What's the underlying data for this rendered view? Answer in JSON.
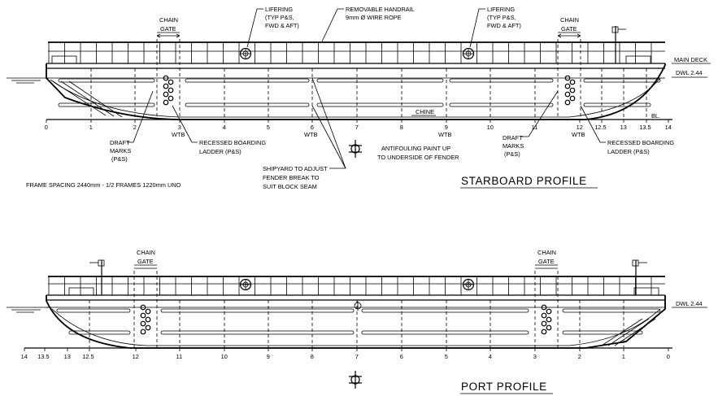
{
  "starboard": {
    "title": "STARBOARD PROFILE",
    "chain_gate_fwd": [
      "CHAIN",
      "GATE"
    ],
    "chain_gate_aft": [
      "CHAIN",
      "GATE"
    ],
    "lifering_aft": [
      "LIFERING",
      "(TYP P&S,",
      "FWD & AFT)"
    ],
    "lifering_fwd": [
      "LIFERING",
      "(TYP P&S,",
      "FWD & AFT)"
    ],
    "handrail": [
      "REMOVABLE HANDRAIL",
      "9mm Ø WIRE ROPE"
    ],
    "main_deck": "MAIN DECK",
    "dwl": "DWL 2.44",
    "chine": "CHINE",
    "bl": "BL.",
    "frame_numbers": [
      "0",
      "1",
      "2",
      "3",
      "4",
      "5",
      "6",
      "7",
      "8",
      "9",
      "10",
      "11",
      "12",
      "12.5",
      "13",
      "13.5",
      "14"
    ],
    "wtb": [
      "WTB",
      "WTB",
      "WTB",
      "WTB"
    ],
    "draft_marks_aft": [
      "DRAFT",
      "MARKS",
      "(P&S)"
    ],
    "draft_marks_fwd": [
      "DRAFT",
      "MARKS",
      "(P&S)"
    ],
    "boarding_aft": [
      "RECESSED BOARDING",
      "LADDER (P&S)"
    ],
    "boarding_fwd": [
      "RECESSED BOARDING",
      "LADDER (P&S)"
    ],
    "fender_note": [
      "SHIPYARD TO ADJUST",
      "FENDER BREAK TO",
      "SUIT BLOCK SEAM"
    ],
    "antifouling": [
      "ANTIFOULING PAINT UP",
      "TO UNDERSIDE OF FENDER"
    ],
    "frame_spacing": "FRAME SPACING 2440mm - 1/2 FRAMES 1220mm UNO"
  },
  "port": {
    "title": "PORT PROFILE",
    "chain_gate_left": [
      "CHAIN",
      "GATE"
    ],
    "chain_gate_right": [
      "CHAIN",
      "GATE"
    ],
    "dwl": "DWL 2.44",
    "frame_numbers": [
      "14",
      "13.5",
      "13",
      "12.5",
      "12",
      "11",
      "10",
      "9",
      "8",
      "7",
      "6",
      "5",
      "4",
      "3",
      "2",
      "1",
      "0"
    ]
  },
  "colors": {
    "ink": "#000000",
    "paper": "#ffffff"
  }
}
